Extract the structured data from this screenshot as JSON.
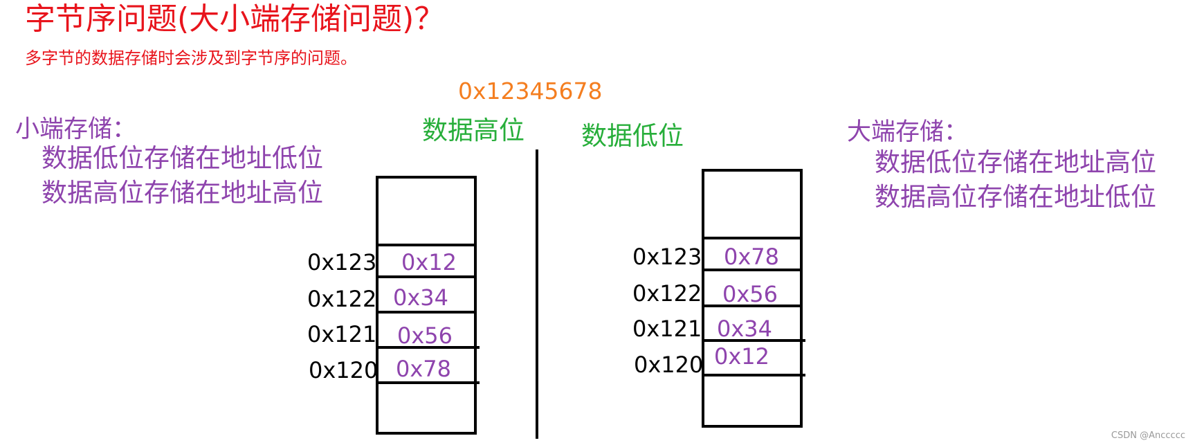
{
  "title": "字节序问题(大小端存储问题)？",
  "subtitle": "多字节的数据存储时会涉及到字节序的问题。",
  "example_value": "0x12345678",
  "byte_labels": {
    "high": "数据高位",
    "low": "数据低位"
  },
  "little_endian": {
    "heading": "小端存储：",
    "lines": [
      "数据低位存储在地址低位",
      "数据高位存储在地址高位"
    ],
    "cells": [
      {
        "address": "0x123",
        "value": "0x12"
      },
      {
        "address": "0x122",
        "value": "0x34"
      },
      {
        "address": "0x121",
        "value": "0x56"
      },
      {
        "address": "0x120",
        "value": "0x78"
      }
    ]
  },
  "big_endian": {
    "heading": "大端存储：",
    "lines": [
      "数据低位存储在地址高位",
      "数据高位存储在地址低位"
    ],
    "cells": [
      {
        "address": "0x123",
        "value": "0x78"
      },
      {
        "address": "0x122",
        "value": "0x56"
      },
      {
        "address": "0x121",
        "value": "0x34"
      },
      {
        "address": "0x120",
        "value": "0x12"
      }
    ]
  },
  "watermark": "CSDN @Anccccc"
}
